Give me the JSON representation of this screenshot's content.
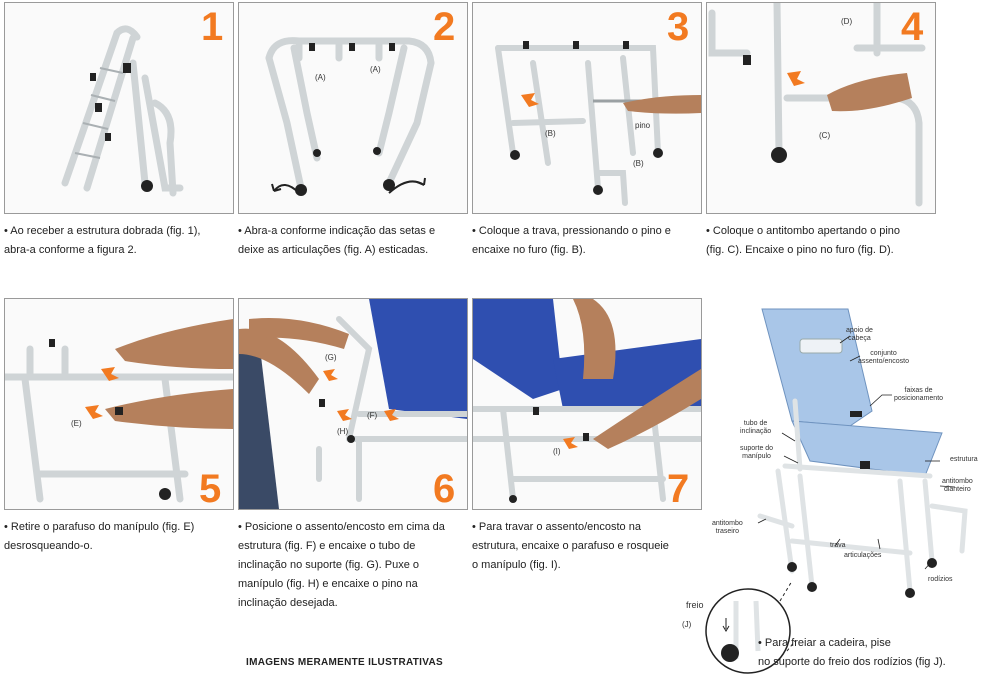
{
  "accent_color": "#f27a21",
  "figures": [
    {
      "number": "1",
      "labels": []
    },
    {
      "number": "2",
      "labels": [
        "(A)",
        "(A)"
      ]
    },
    {
      "number": "3",
      "labels": [
        "(B)",
        "pino",
        "(B)"
      ]
    },
    {
      "number": "4",
      "labels": [
        "(D)",
        "(C)"
      ]
    },
    {
      "number": "5",
      "labels": [
        "(E)"
      ]
    },
    {
      "number": "6",
      "labels": [
        "(G)",
        "(F)",
        "(H)"
      ]
    },
    {
      "number": "7",
      "labels": [
        "(I)"
      ]
    }
  ],
  "captions": [
    {
      "lines": [
        "• Ao receber a estrutura dobrada (fig. 1),",
        "abra-a conforme a figura 2."
      ]
    },
    {
      "lines": [
        "• Abra-a conforme indicação das setas e",
        "deixe as articulações (fig. A) esticadas."
      ]
    },
    {
      "lines": [
        "• Coloque a trava, pressionando o pino e",
        "encaixe no furo (fig. B)."
      ]
    },
    {
      "lines": [
        "• Coloque o antitombo apertando o pino",
        "(fig. C). Encaixe o pino no furo (fig. D)."
      ]
    },
    {
      "lines": [
        "• Retire o parafuso do manípulo (fig. E)",
        "desrosqueando-o."
      ]
    },
    {
      "lines": [
        "• Posicione o assento/encosto em cima da",
        "estrutura (fig. F) e encaixe o tubo de",
        "inclinação no suporte (fig. G). Puxe o",
        "manípulo (fig. H) e encaixe o pino na",
        "inclinação desejada."
      ]
    },
    {
      "lines": [
        "• Para travar o assento/encosto na",
        "estrutura, encaixe o parafuso e rosqueie",
        "o manípulo (fig. I)."
      ]
    }
  ],
  "parts": {
    "apoio_cabeca": [
      "apoio de",
      "cabeça"
    ],
    "conjunto": [
      "conjunto",
      "assento/encosto"
    ],
    "faixas": [
      "faixas de",
      "posicionamento"
    ],
    "tubo": [
      "tubo de",
      "inclinação"
    ],
    "suporte": [
      "suporte do",
      "manípulo"
    ],
    "estrutura": [
      "estrutura"
    ],
    "antitombo_dianteiro": [
      "antitombo",
      "dianteiro"
    ],
    "antitombo_traseiro": [
      "antitombo",
      "traseiro"
    ],
    "trava": [
      "trava"
    ],
    "articulacoes": [
      "articulações"
    ],
    "rodizios": [
      "rodízios"
    ]
  },
  "brake": {
    "freio": "freio",
    "j": "(J)",
    "lines": [
      "• Para freiar a cadeira, pise",
      "no suporte do freio dos rodízios (fig J)."
    ]
  },
  "footer_note": "IMAGENS MERAMENTE ILUSTRATIVAS"
}
